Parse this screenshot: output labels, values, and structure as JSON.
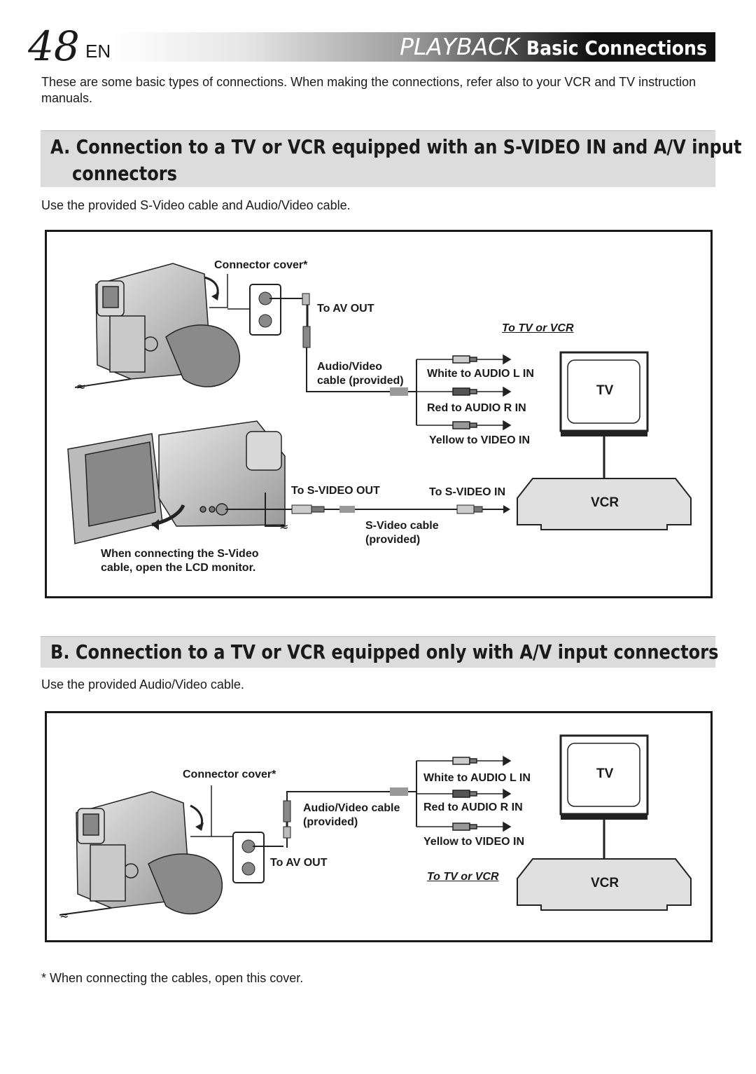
{
  "header": {
    "page_number": "48",
    "lang": "EN",
    "section_italic": "PLAYBACK",
    "section_title": "Basic Connections"
  },
  "intro": "These are some basic types of connections. When making the connections, refer also to your VCR and TV instruction manuals.",
  "section_a": {
    "title_line1": "A. Connection to a TV or VCR equipped with an S-VIDEO IN and A/V input",
    "title_line2": "connectors",
    "subtitle": "Use the provided S-Video cable and Audio/Video cable.",
    "labels": {
      "connector_cover": "Connector cover*",
      "to_av_out": "To AV OUT",
      "to_tv_or_vcr": "To TV or VCR",
      "av_cable_line1": "Audio/Video",
      "av_cable_line2": "cable (provided)",
      "white": "White to AUDIO L IN",
      "red": "Red to AUDIO R IN",
      "yellow": "Yellow to VIDEO IN",
      "tv": "TV",
      "vcr": "VCR",
      "to_svideo_out": "To S-VIDEO OUT",
      "to_svideo_in": "To S-VIDEO IN",
      "svideo_cable_line1": "S-Video cable",
      "svideo_cable_line2": "(provided)",
      "note_line1": "When connecting the S-Video",
      "note_line2": "cable, open the LCD monitor."
    }
  },
  "section_b": {
    "title": "B. Connection to a TV or VCR equipped only with A/V input connectors",
    "subtitle": "Use the provided Audio/Video cable.",
    "labels": {
      "connector_cover": "Connector cover*",
      "av_cable_line1": "Audio/Video cable",
      "av_cable_line2": "(provided)",
      "to_av_out": "To AV OUT",
      "white": "White to AUDIO L IN",
      "red": "Red to AUDIO R IN",
      "yellow": "Yellow to VIDEO IN",
      "to_tv_or_vcr": "To TV or VCR",
      "tv": "TV",
      "vcr": "VCR"
    }
  },
  "footnote": "* When connecting the cables, open this cover."
}
